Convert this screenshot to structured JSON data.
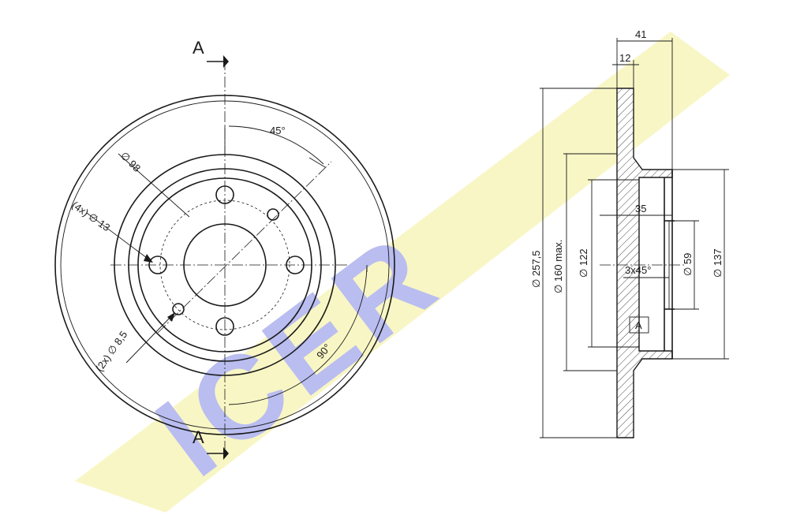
{
  "colors": {
    "logo_text": "#b9bdf0",
    "logo_band": "#f6f3b2",
    "line": "#1a1a1a"
  },
  "logo": {
    "text": "ICER"
  },
  "front_view": {
    "section_label_top": "A",
    "section_label_bottom": "A",
    "angle_45": "45°",
    "angle_90": "90°",
    "pcd": "∅ 98",
    "bolt_holes": "(4x) ∅ 13",
    "pin_holes": "(2x) ∅ 8,5"
  },
  "side_view": {
    "overall_thickness": "41",
    "disc_thickness": "12",
    "outer_diameter": "∅ 257,5",
    "friction_inner_diameter": "∅ 160 max.",
    "hat_diameter": "∅ 122",
    "hat_height": "35",
    "chamfer": "3x45°",
    "center_bore": "∅ 59",
    "hub_diameter": "∅ 137",
    "datum": "A"
  }
}
